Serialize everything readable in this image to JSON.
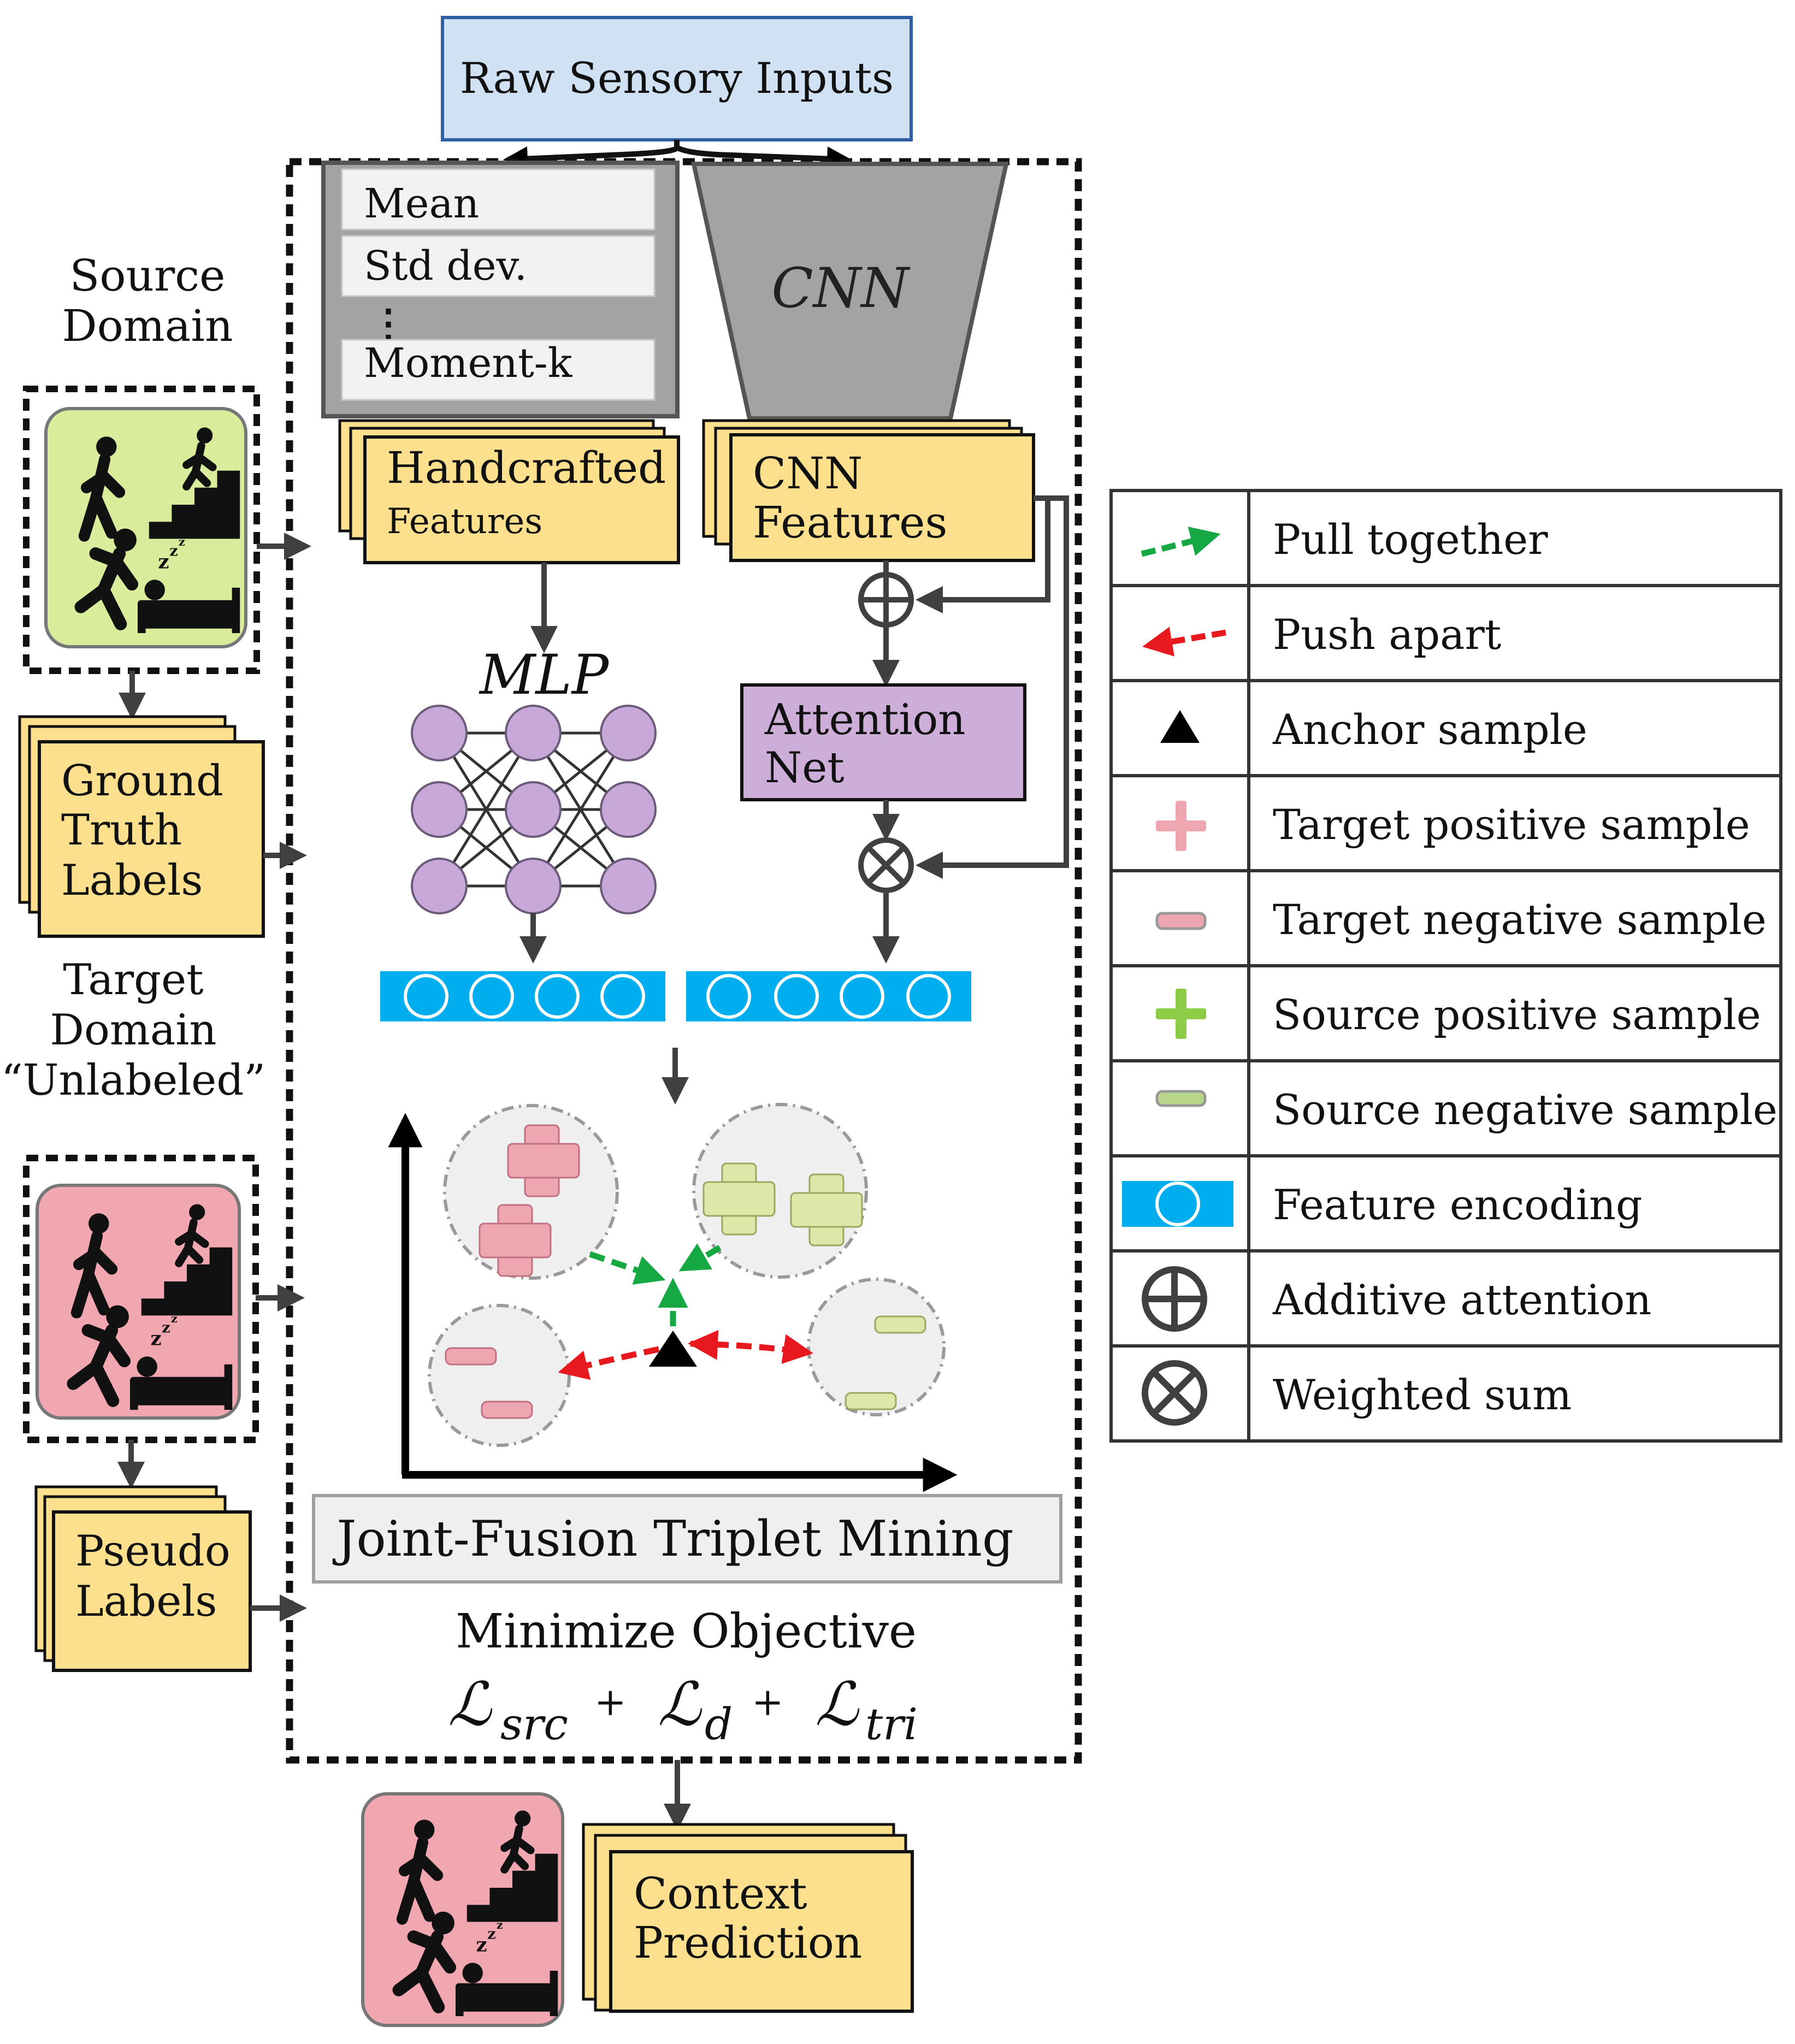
{
  "top": {
    "raw_inputs": "Raw Sensory Inputs"
  },
  "stats": {
    "mean": "Mean",
    "std": "Std dev.",
    "dots": "⋮",
    "moment": "Moment-k"
  },
  "cnn": {
    "title": "CNN"
  },
  "handcrafted": {
    "line1": "Handcrafted",
    "line2": "Features"
  },
  "cnn_features": {
    "line1": "CNN",
    "line2": "Features"
  },
  "mlp": {
    "title": "MLP"
  },
  "attention": {
    "line1": "Attention",
    "line2": "Net"
  },
  "source": {
    "line1": "Source",
    "line2": "Domain",
    "labels": [
      "Ground",
      "Truth",
      "Labels"
    ]
  },
  "target": {
    "line1": "Target",
    "line2": "Domain",
    "line3": "“Unlabeled”",
    "labels": [
      "Pseudo",
      "Labels"
    ]
  },
  "mining": {
    "title": "Joint-Fusion Triplet Mining"
  },
  "objective": {
    "title": "Minimize Objective",
    "L1": "ℒ",
    "s1": "src",
    "plus1": "+",
    "L2": "ℒ",
    "s2": "d",
    "plus2": "+",
    "L3": "ℒ",
    "s3": "tri"
  },
  "output": {
    "line1": "Context",
    "line2": "Prediction"
  },
  "legend": {
    "items": [
      {
        "icon": "pull-together-arrow-icon",
        "label": "Pull together"
      },
      {
        "icon": "push-apart-arrow-icon",
        "label": "Push apart"
      },
      {
        "icon": "anchor-triangle-icon",
        "label": "Anchor sample"
      },
      {
        "icon": "target-positive-plus-icon",
        "label": "Target positive sample"
      },
      {
        "icon": "target-negative-minus-icon",
        "label": "Target negative sample"
      },
      {
        "icon": "source-positive-plus-icon",
        "label": "Source positive sample"
      },
      {
        "icon": "source-negative-minus-icon",
        "label": "Source negative sample"
      },
      {
        "icon": "feature-encoding-icon",
        "label": "Feature encoding"
      },
      {
        "icon": "additive-attention-icon",
        "label": "Additive attention"
      },
      {
        "icon": "weighted-sum-icon",
        "label": "Weighted sum"
      }
    ]
  },
  "colors": {
    "source_green": "#d8ec9c",
    "target_pink": "#f1a7b0",
    "label_yellow": "#fde08d",
    "raw_blue": "#cfe1f3",
    "attention_purple": "#cdaed9",
    "mlp_node": "#c8a8d8",
    "encoding_blue": "#00aeef",
    "pull_green": "#16a843",
    "push_red": "#e8191e",
    "target_pos": "#eea7b1",
    "source_pos": "#d4e49b"
  }
}
